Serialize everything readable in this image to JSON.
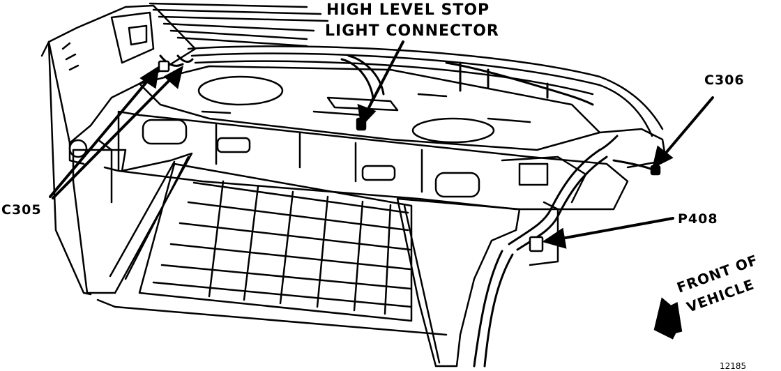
{
  "labels": {
    "high_level_stop_line1": "HIGH LEVEL STOP",
    "high_level_stop_line2": "LIGHT CONNECTOR",
    "c306": "C306",
    "c305": "C305",
    "p408": "P408",
    "front_of_line1": "FRONT OF",
    "front_of_line2": "VEHICLE",
    "figure_number": "12185"
  },
  "colors": {
    "ink": "#000000",
    "paper": "#ffffff"
  }
}
